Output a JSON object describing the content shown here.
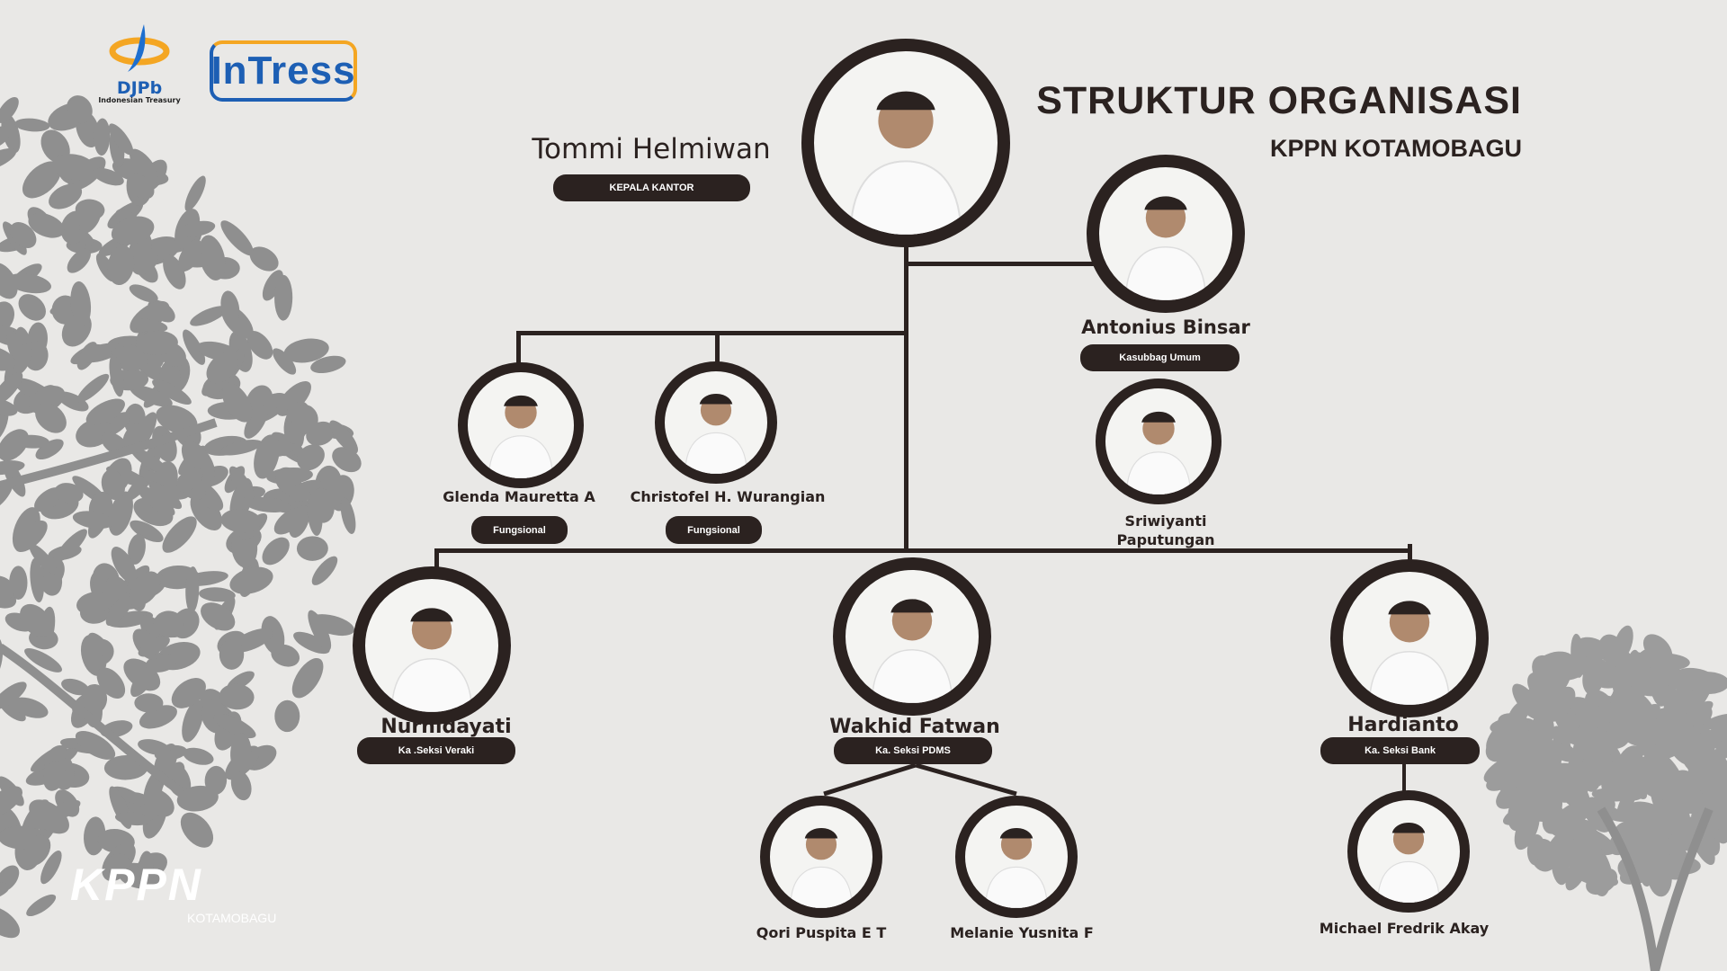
{
  "header": {
    "title": "STRUKTUR ORGANISASI",
    "subtitle": "KPPN KOTAMOBAGU"
  },
  "logos": {
    "djpb": "DJPb",
    "djpb_tagline": "Indonesian Treasury",
    "intress": "InTress",
    "kppn": "KPPN",
    "kppn_city": "KOTAMOBAGU"
  },
  "colors": {
    "dark": "#2b2220",
    "background": "#e9e8e6",
    "leaf": "#8f8f8f",
    "djpb_blue": "#1d5fb4",
    "intress_orange": "#f4a623"
  },
  "head": {
    "name": "Tommi Helmiwan",
    "role": "KEPALA KANTOR"
  },
  "umum": {
    "name": "Antonius Binsar",
    "role": "Kasubbag Umum"
  },
  "umum_staff": [
    {
      "name_line1": "Sriwiyanti",
      "name_line2": "Paputungan"
    }
  ],
  "fungsional": [
    {
      "name": "Glenda Mauretta A",
      "role": "Fungsional"
    },
    {
      "name": "Christofel H. Wurangian",
      "role": "Fungsional"
    }
  ],
  "sections": [
    {
      "name": "Nurhidayati",
      "role": "Ka .Seksi Veraki"
    },
    {
      "name": "Wakhid Fatwan",
      "role": "Ka. Seksi PDMS"
    },
    {
      "name": "Hardianto",
      "role": "Ka. Seksi Bank"
    }
  ],
  "pdms_staff": [
    {
      "name": "Qori Puspita E T"
    },
    {
      "name": "Melanie Yusnita F"
    }
  ],
  "bank_staff": [
    {
      "name": "Michael Fredrik Akay"
    }
  ]
}
